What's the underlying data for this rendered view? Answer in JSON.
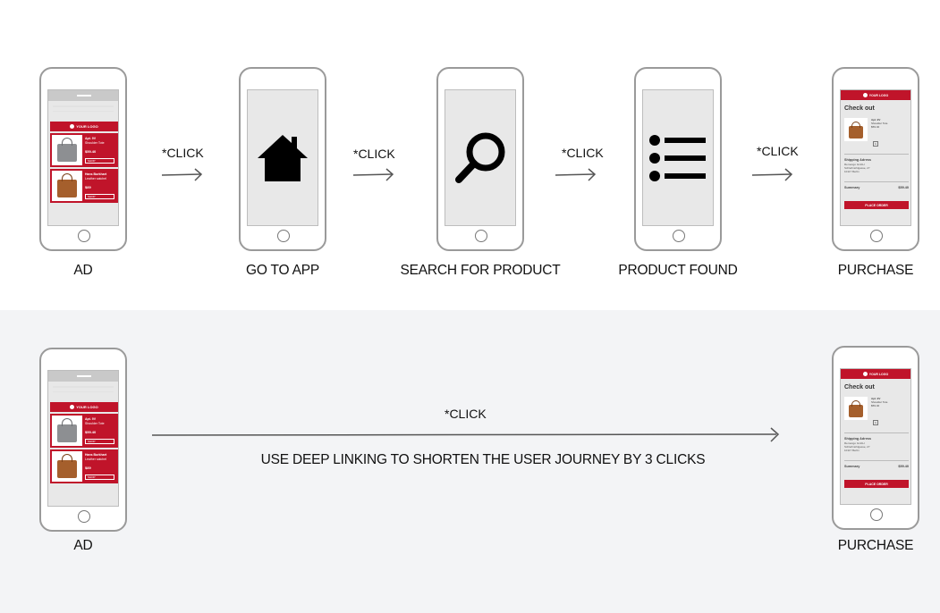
{
  "top_row": {
    "steps": [
      {
        "label": "AD"
      },
      {
        "label": "GO TO APP",
        "icon": "house-icon"
      },
      {
        "label": "SEARCH FOR PRODUCT",
        "icon": "magnifier-icon"
      },
      {
        "label": "PRODUCT FOUND",
        "icon": "list-icon"
      },
      {
        "label": "PURCHASE"
      }
    ],
    "clicks": [
      "*CLICK",
      "*CLICK",
      "*CLICK",
      "*CLICK"
    ]
  },
  "bottom_row": {
    "steps": [
      {
        "label": "AD"
      },
      {
        "label": "PURCHASE"
      }
    ],
    "click": "*CLICK",
    "caption": "USE DEEP LINKING TO SHORTEN THE USER JOURNEY BY 3 CLICKS"
  },
  "ad_mockup": {
    "logo": "YOUR LOGO",
    "items": [
      {
        "title": "Apt. 9V",
        "subtitle": "Shoulder Tote",
        "price": "$59.40",
        "button": "SHOP",
        "bag_color": "#8d8f92"
      },
      {
        "title": "Hans Burkhart",
        "subtitle": "Leather satchel",
        "price": "$89",
        "button": "SHOP",
        "bag_color": "#a55f2c"
      }
    ]
  },
  "checkout_mockup": {
    "logo": "YOUR LOGO",
    "title": "Check out",
    "item_title": "Apt. 9V",
    "item_subtitle": "Shoulder Tote",
    "item_price": "$59.40",
    "quantity": "1",
    "shipping_title": "Shipping Adress",
    "address": [
      "Remango GmbH",
      "Schleifmühlgasse, 27",
      "10117 Berlin"
    ],
    "summary_label": "Summary",
    "summary_value": "$59.40",
    "button": "PLACE ORDER"
  },
  "colors": {
    "brand_red": "#c0142a",
    "bottom_bg": "#f3f4f6"
  }
}
